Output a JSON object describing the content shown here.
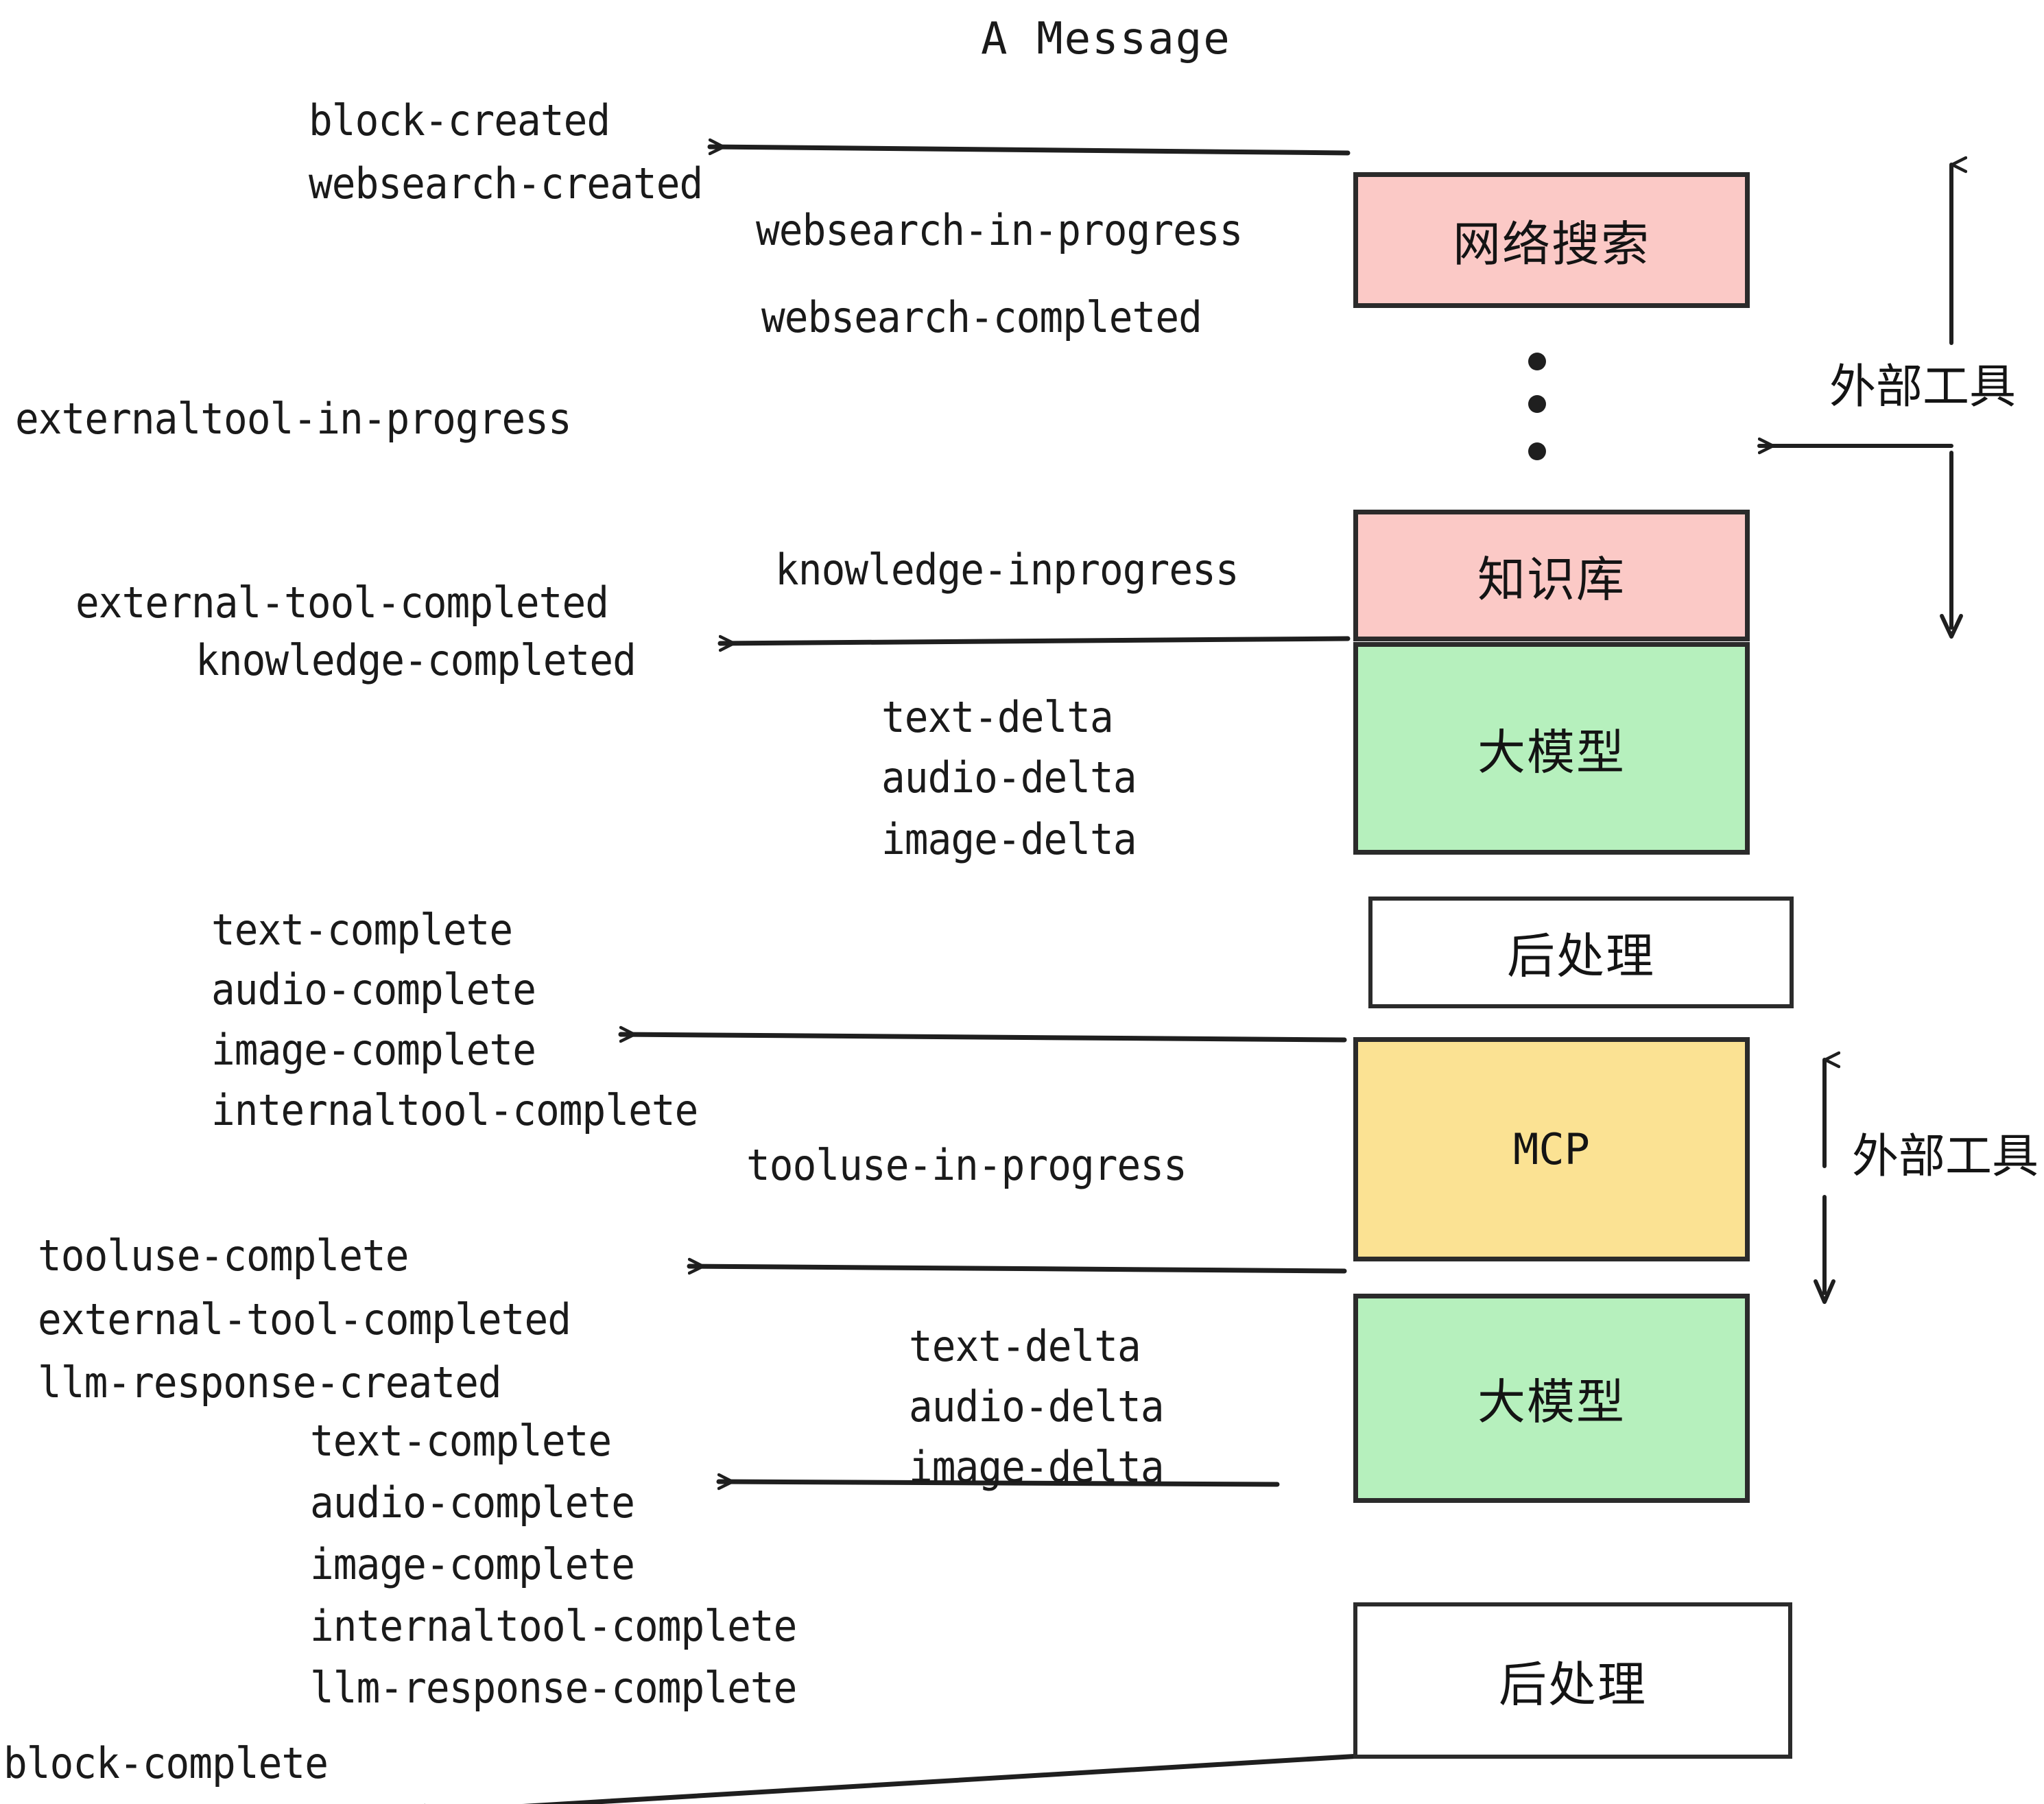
{
  "title": "A Message",
  "colors": {
    "pink": "#fbc9c6",
    "green": "#b6f0bd",
    "yellow": "#fbe293",
    "white": "#ffffff",
    "stroke": "#2b2b2b",
    "text": "#1a1a1a"
  },
  "nodes": [
    {
      "id": "websearch",
      "label": "网络搜索",
      "fill": "#fbc9c6"
    },
    {
      "id": "knowledge",
      "label": "知识库",
      "fill": "#fbc9c6"
    },
    {
      "id": "llm-top",
      "label": "大模型",
      "fill": "#b6f0bd"
    },
    {
      "id": "post-top",
      "label": "后处理",
      "fill": "#ffffff"
    },
    {
      "id": "mcp",
      "label": "MCP",
      "fill": "#fbe293"
    },
    {
      "id": "llm-bottom",
      "label": "大模型",
      "fill": "#b6f0bd"
    },
    {
      "id": "post-bottom",
      "label": "后处理",
      "fill": "#ffffff"
    }
  ],
  "side_labels": [
    {
      "id": "external-tools-top",
      "text": "外部工具"
    },
    {
      "id": "external-tools-bottom",
      "text": "外部工具"
    }
  ],
  "events": [
    {
      "id": "block-created",
      "text": "block-created"
    },
    {
      "id": "websearch-created",
      "text": "websearch-created"
    },
    {
      "id": "websearch-in-progress",
      "text": "websearch-in-progress"
    },
    {
      "id": "websearch-completed",
      "text": "websearch-completed"
    },
    {
      "id": "externaltool-in-progress",
      "text": "externaltool-in-progress"
    },
    {
      "id": "knowledge-inprogress",
      "text": "knowledge-inprogress"
    },
    {
      "id": "external-tool-completed-1",
      "text": "external-tool-completed"
    },
    {
      "id": "knowledge-completed",
      "text": "knowledge-completed"
    },
    {
      "id": "text-delta-1",
      "text": "text-delta"
    },
    {
      "id": "audio-delta-1",
      "text": "audio-delta"
    },
    {
      "id": "image-delta-1",
      "text": "image-delta"
    },
    {
      "id": "text-complete-1",
      "text": "text-complete"
    },
    {
      "id": "audio-complete-1",
      "text": "audio-complete"
    },
    {
      "id": "image-complete-1",
      "text": "image-complete"
    },
    {
      "id": "internaltool-complete-1",
      "text": "internaltool-complete"
    },
    {
      "id": "tooluse-in-progress",
      "text": "tooluse-in-progress"
    },
    {
      "id": "tooluse-complete",
      "text": "tooluse-complete"
    },
    {
      "id": "external-tool-completed-2",
      "text": "external-tool-completed"
    },
    {
      "id": "llm-response-created",
      "text": "llm-response-created"
    },
    {
      "id": "text-delta-2",
      "text": "text-delta"
    },
    {
      "id": "audio-delta-2",
      "text": "audio-delta"
    },
    {
      "id": "image-delta-2",
      "text": "image-delta"
    },
    {
      "id": "text-complete-2",
      "text": "text-complete"
    },
    {
      "id": "audio-complete-2",
      "text": "audio-complete"
    },
    {
      "id": "image-complete-2",
      "text": "image-complete"
    },
    {
      "id": "internaltool-complete-2",
      "text": "internaltool-complete"
    },
    {
      "id": "llm-response-complete",
      "text": "llm-response-complete"
    },
    {
      "id": "block-complete",
      "text": "block-complete"
    }
  ]
}
